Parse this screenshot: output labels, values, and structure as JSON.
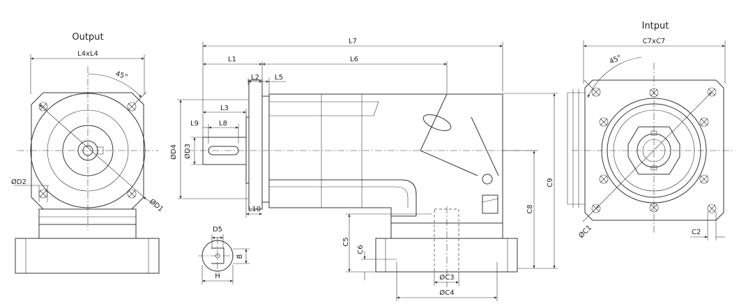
{
  "views": {
    "output": {
      "title": "Output"
    },
    "input": {
      "title": "Intput"
    }
  },
  "dims": {
    "L4xL4": "L4xL4",
    "angle_out": "45°",
    "D2": "ØD2",
    "D1": "ØD1",
    "L7": "L7",
    "L1": "L1",
    "L6": "L6",
    "L2": "L2",
    "L5": "L5",
    "L3": "L3",
    "L9": "L9",
    "L8": "L8",
    "D4": "ØD4",
    "D3": "ØD3",
    "L10": "L10",
    "D5": "D5",
    "B": "B",
    "H": "H",
    "C5": "C5",
    "C6": "C6",
    "C8": "C8",
    "C9": "C9",
    "C3": "ØC3",
    "C4": "ØC4",
    "C7xC7": "C7xC7",
    "angle_in": "45°",
    "C1": "ØC1",
    "C2": "C2"
  }
}
